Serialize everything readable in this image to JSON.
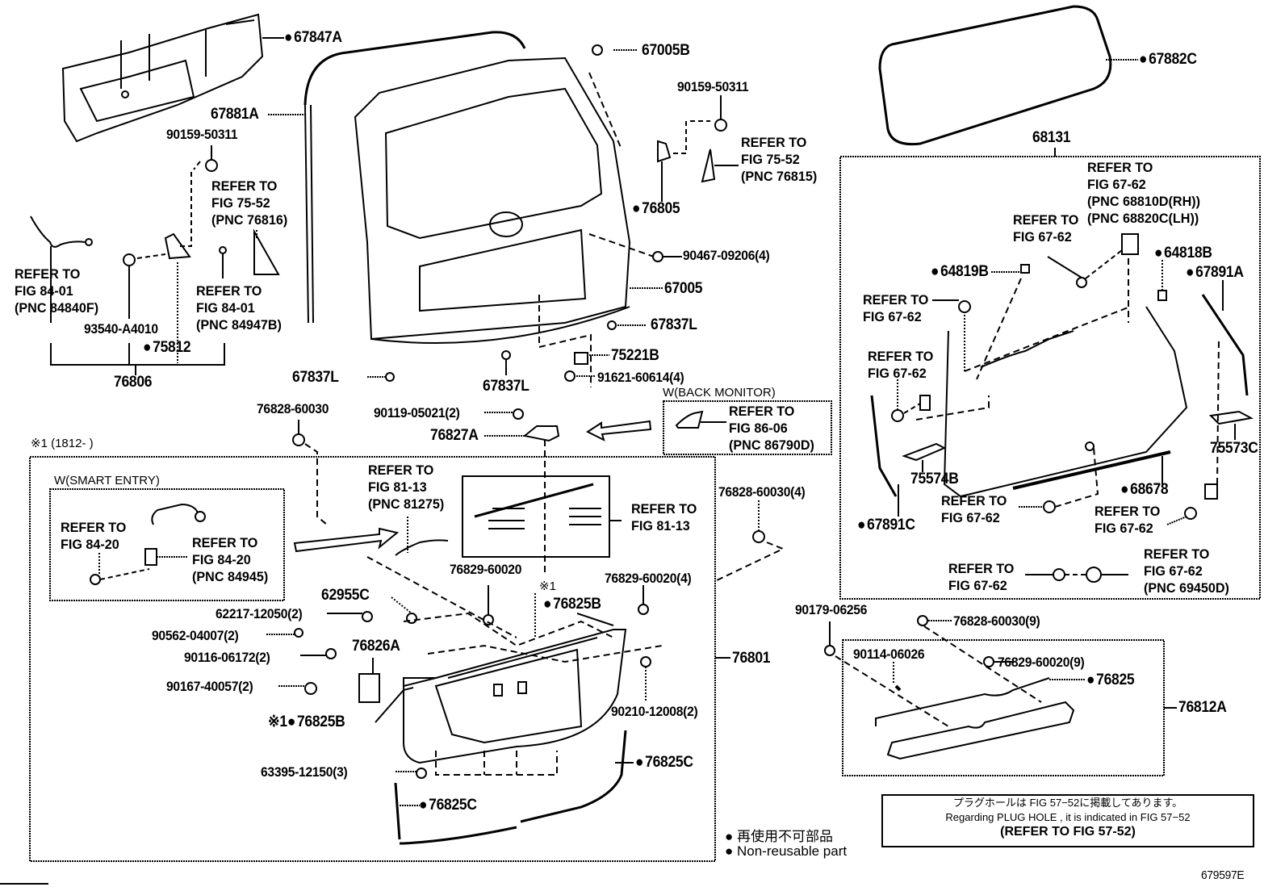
{
  "figure_id": "679597E",
  "parts": {
    "p67847A": "67847A",
    "p67881A": "67881A",
    "p90159_left": "90159-50311",
    "p67005B": "67005B",
    "p90159_right": "90159-50311",
    "p76805": "76805",
    "p90467": "90467-09206(4)",
    "p67005": "67005",
    "p67837L_right": "67837L",
    "p75221B": "75221B",
    "p91621": "91621-60614(4)",
    "p67837L_left": "67837L",
    "p67837L_mid": "67837L",
    "p93540": "93540-A4010",
    "p75812": "75812",
    "p76806": "76806",
    "p76828_top": "76828-60030",
    "p90119": "90119-05021(2)",
    "p76827A": "76827A",
    "p76829_a": "76829-60020",
    "p76829_b": "76829-60020(4)",
    "p76825B_top": "76825B",
    "p62955C": "62955C",
    "p62217": "62217-12050(2)",
    "p90562": "90562-04007(2)",
    "p90116": "90116-06172(2)",
    "p76826A": "76826A",
    "p90167": "90167-40057(2)",
    "p76825B_bottom": "76825B",
    "p76801": "76801",
    "p90210": "90210-12008(2)",
    "p63395": "63395-12150(3)",
    "p76825C_right": "76825C",
    "p76825C_left": "76825C",
    "p76828_4": "76828-60030(4)",
    "p67882C": "67882C",
    "p68131": "68131",
    "p64819B": "64819B",
    "p64818B": "64818B",
    "p67891A": "67891A",
    "p75574B": "75574B",
    "p75573C": "75573C",
    "p68678": "68678",
    "p67891C": "67891C",
    "p90179": "90179-06256",
    "p76828_9": "76828-60030(9)",
    "p90114": "90114-06026",
    "p76829_9": "76829-60020(9)",
    "p76825": "76825",
    "p76812A": "76812A"
  },
  "refs": {
    "r_76816": "REFER TO\nFIG 75-52\n(PNC 76816)",
    "r_84840F": "REFER TO\nFIG 84-01\n(PNC 84840F)",
    "r_84947B": "REFER TO\nFIG 84-01\n(PNC 84947B)",
    "r_76815": "REFER TO\nFIG 75-52\n(PNC 76815)",
    "r_86790D": "REFER TO\nFIG 86-06\n(PNC 86790D)",
    "r_84_20_a": "REFER TO\nFIG 84-20",
    "r_84945": "REFER TO\nFIG 84-20\n(PNC 84945)",
    "r_81275": "REFER TO\nFIG 81-13\n(PNC 81275)",
    "r_81_13": "REFER TO\nFIG 81-13",
    "r_68810D": "REFER TO\nFIG 67-62\n(PNC 68810D(RH))\n(PNC 68820C(LH))",
    "r_6762_a": "REFER TO\nFIG 67-62",
    "r_6762_b": "REFER TO\nFIG 67-62",
    "r_6762_c": "REFER TO\nFIG 67-62",
    "r_6762_d": "REFER TO\nFIG 67-62",
    "r_6762_e": "REFER TO\nFIG 67-62",
    "r_6762_f": "REFER TO\nFIG 67-62",
    "r_69450D": "REFER TO\nFIG 67-62\n(PNC 69450D)"
  },
  "captions": {
    "back_monitor": "W(BACK MONITOR)",
    "smart_entry": "W(SMART ENTRY)",
    "note1_range": "※1 (1812-      )",
    "note1_mark": "※1",
    "note1_mark_b": "※1"
  },
  "legend": {
    "jp": "再使用不可部品",
    "en": "Non-reusable part"
  },
  "notice": {
    "jp": "プラグホールは FIG 57−52に掲載してあります。",
    "en": "Regarding  PLUG  HOLE , it is indicated in FIG  57−52",
    "ref": "(REFER TO FIG 57-52)"
  }
}
